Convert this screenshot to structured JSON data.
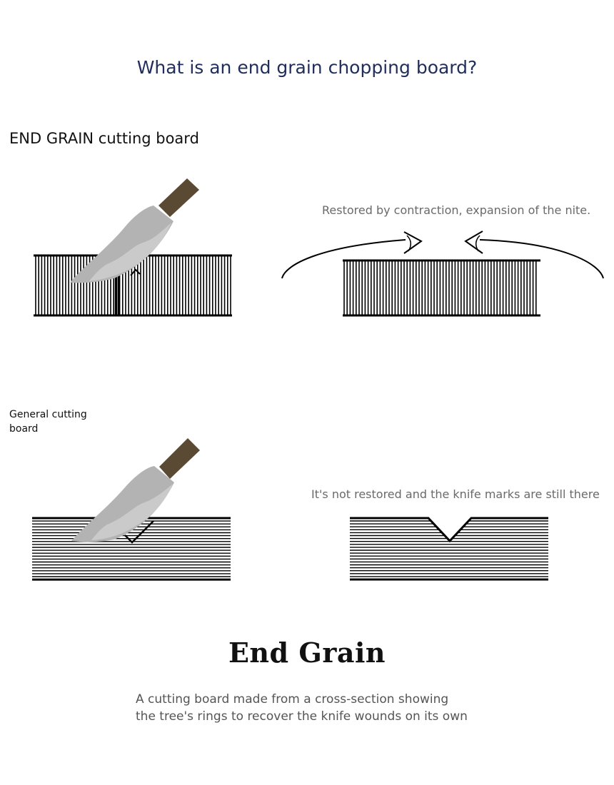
{
  "title": "What is an end grain chopping board?",
  "end_grain_section": {
    "heading": "END GRAIN cutting board",
    "caption": "Restored by contraction, expansion of the nite."
  },
  "general_section": {
    "heading": "General cutting board",
    "caption": "It's not restored and the knife marks are still there"
  },
  "summary": {
    "title": "End Grain",
    "description_lines": [
      "A cutting board made from a cross-section showing",
      "the tree's rings to recover the knife wounds on its own"
    ]
  },
  "colors": {
    "title_text": "#1f2e5a",
    "knife_blade": "#b3b3b3",
    "knife_blade_highlight": "#d4d4d4",
    "knife_handle": "#5a4a33",
    "board_lines": "#000000"
  },
  "icons": {
    "knife": "kitchen-knife-icon",
    "recovery_arrows": "curved-arrow-icon"
  }
}
